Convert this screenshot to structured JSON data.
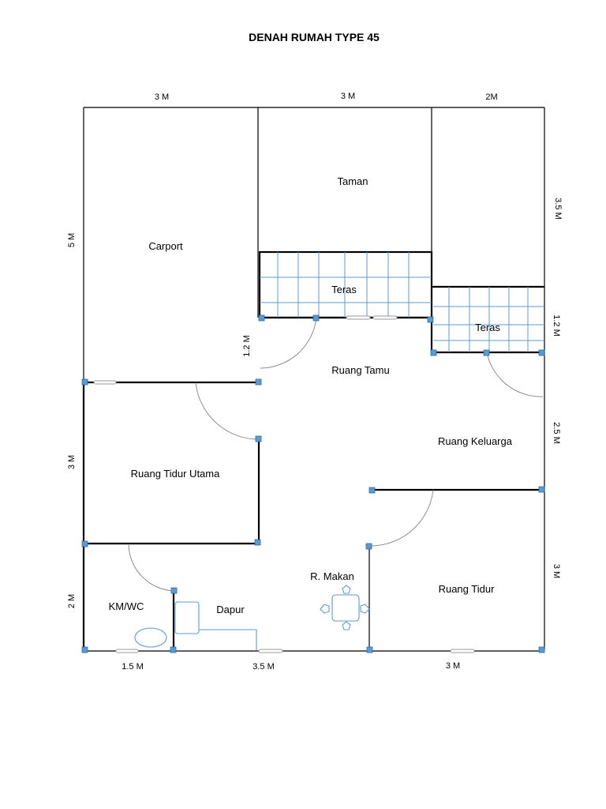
{
  "title": "DENAH RUMAH TYPE 45",
  "rooms": {
    "carport": "Carport",
    "taman": "Taman",
    "teras_1": "Teras",
    "teras_2": "Teras",
    "ruang_tamu": "Ruang Tamu",
    "ruang_keluarga": "Ruang Keluarga",
    "ruang_tidur_utama": "Ruang Tidur Utama",
    "r_makan": "R. Makan",
    "ruang_tidur": "Ruang Tidur",
    "km_wc": "KM/WC",
    "dapur": "Dapur"
  },
  "dimensions": {
    "top": [
      "3 M",
      "3 M",
      "2M"
    ],
    "bottom": [
      "1.5 M",
      "3.5 M",
      "3 M"
    ],
    "left": [
      "5 M",
      "3 M",
      "2 M"
    ],
    "right": [
      "3.5 M",
      "1.2 M",
      "2.5 M",
      "3 M"
    ],
    "inner": [
      "1.2 M"
    ]
  },
  "colors": {
    "wall": "#000000",
    "accent": "#5b9bd5",
    "door_arc": "#808080"
  }
}
